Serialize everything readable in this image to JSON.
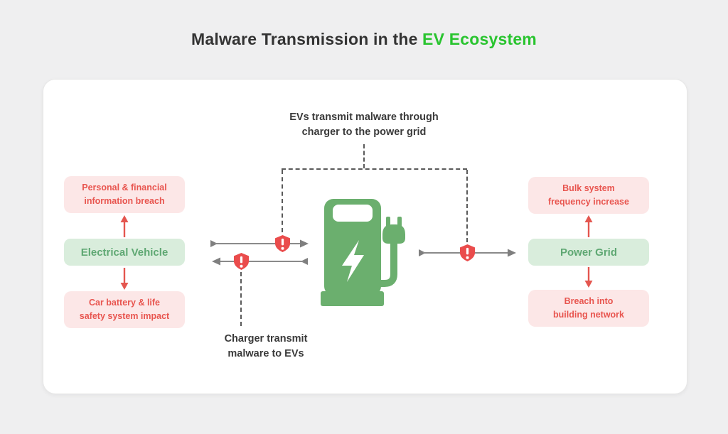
{
  "title": {
    "main": "Malware Transmission in the",
    "highlight": "EV Ecosystem"
  },
  "annotations": {
    "top": "EVs transmit malware through\ncharger to the power grid",
    "bottom": "Charger transmit\nmalware to EVs"
  },
  "left_group": {
    "top_risk": "Personal & financial\ninformation breach",
    "entity": "Electrical Vehicle",
    "bottom_risk": "Car battery & life\nsafety system impact"
  },
  "right_group": {
    "top_risk": "Bulk system\nfrequency increase",
    "entity": "Power Grid",
    "bottom_risk": "Breach into\nbuilding network"
  },
  "icons": {
    "charger": "ev-charger-icon",
    "warning": "warning-shield-icon",
    "flow_right": "arrow-right-icon",
    "flow_left": "arrow-left-icon",
    "impact_up": "red-arrow-up-icon",
    "impact_down": "red-arrow-down-icon"
  },
  "colors": {
    "background": "#efeff0",
    "card": "#ffffff",
    "title_text": "#333333",
    "title_accent": "#29c42f",
    "risk_box_bg": "#fce7e7",
    "risk_text": "#e8554f",
    "entity_box_bg": "#d9eddc",
    "entity_text": "#5fa873",
    "charger_green": "#6baf6e",
    "warning_red": "#ea4c4c",
    "arrow_gray": "#7f7f7f",
    "dashed_gray": "#5a5a5a",
    "red_arrow": "#e4564f"
  }
}
